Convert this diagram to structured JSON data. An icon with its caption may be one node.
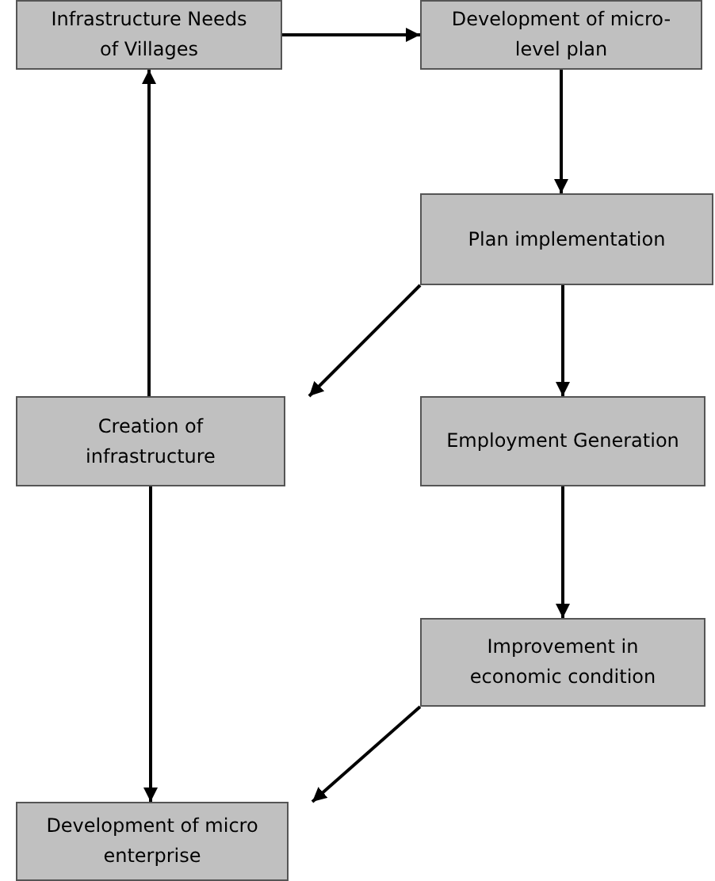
{
  "diagram": {
    "nodes": [
      {
        "text": [
          "Infrastructure Needs of Villages"
        ]
      },
      {
        "text": [
          "Development of micro-level plan"
        ]
      },
      {
        "text": [
          "Plan implementation"
        ]
      },
      {
        "text": [
          "Creation of infrastructure"
        ]
      },
      {
        "text": [
          "Employment Generation"
        ]
      },
      {
        "text": [
          "Improvement in economic condition"
        ]
      },
      {
        "text": [
          "Development of micro enterprise"
        ]
      }
    ],
    "edges": [
      {
        "from": 0,
        "to": 1,
        "arrow": "to"
      },
      {
        "from": 1,
        "to": 2,
        "arrow": "to"
      },
      {
        "from": 2,
        "to": 3,
        "arrow": "to"
      },
      {
        "from": 2,
        "to": 4,
        "arrow": "to"
      },
      {
        "from": 3,
        "to": 0,
        "arrow": "to"
      },
      {
        "from": 3,
        "to": 6,
        "arrow": "to"
      },
      {
        "from": 4,
        "to": 5,
        "arrow": "to"
      },
      {
        "from": 5,
        "to": 6,
        "arrow": "to"
      }
    ]
  }
}
